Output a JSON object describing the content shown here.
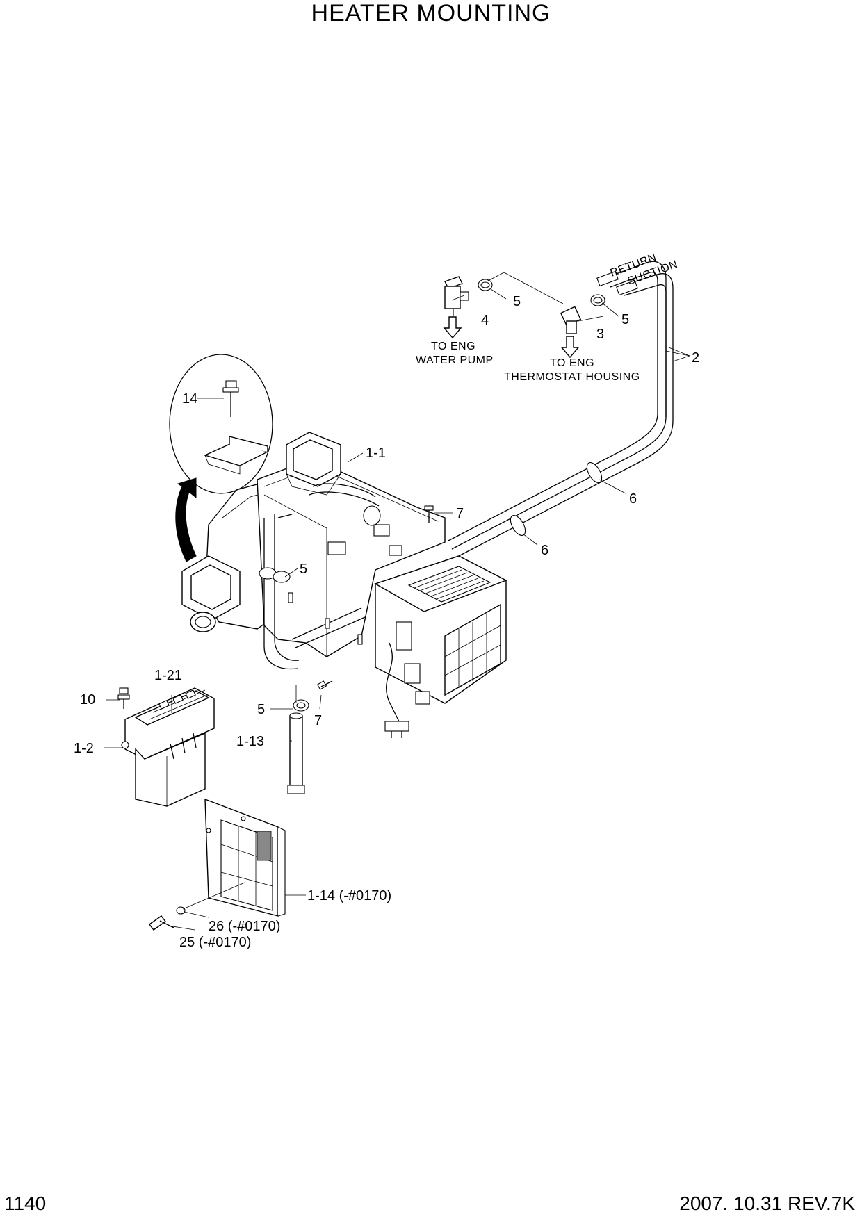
{
  "title": "HEATER MOUNTING",
  "page_number": "1140",
  "revision": "2007. 10.31  REV.7K",
  "notes": {
    "water_pump_line1": "TO ENG",
    "water_pump_line2": "WATER PUMP",
    "thermostat_line1": "TO ENG",
    "thermostat_line2": "THERMOSTAT HOUSING"
  },
  "callouts": {
    "c14": "14",
    "c1_1": "1-1",
    "c4": "4",
    "c5_top_left": "5",
    "c5_top_right": "5",
    "c3": "3",
    "c2": "2",
    "c6_upper": "6",
    "c6_lower": "6",
    "c7_upper": "7",
    "c5_middle": "5",
    "c1_21": "1-21",
    "c10": "10",
    "c1_2": "1-2",
    "c5_lower": "5",
    "c7_lower": "7",
    "c1_13": "1-13",
    "c1_14": "1-14 (-#0170)",
    "c26": "26 (-#0170)",
    "c25": "25 (-#0170)"
  },
  "tube_labels": {
    "return": "RETURN",
    "suction": "SUCTION"
  }
}
